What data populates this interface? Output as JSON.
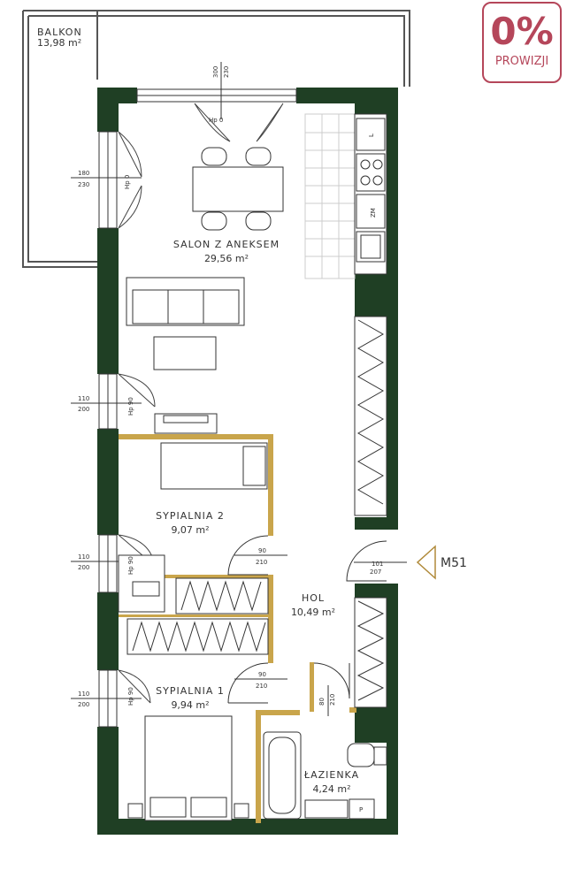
{
  "rooms": {
    "balkon": {
      "name": "BALKON",
      "area": "13,98  m²"
    },
    "salon": {
      "name": "SALON Z ANEKSEM",
      "area": "29,56  m²"
    },
    "sypialnia2": {
      "name": "SYPIALNIA 2",
      "area": "9,07  m²"
    },
    "hol": {
      "name": "HOL",
      "area": "10,49  m²"
    },
    "sypialnia1": {
      "name": "SYPIALNIA 1",
      "area": "9,94  m²"
    },
    "lazienka": {
      "name": "ŁAZIENKA",
      "area": "4,24  m²"
    }
  },
  "unit_label": "M51",
  "badge": {
    "percent": "0%",
    "text": "PROWIZJI"
  },
  "window_dims": {
    "top": {
      "a": "300",
      "b": "230"
    },
    "salon_left": {
      "a": "180",
      "b": "230"
    },
    "salon_left2": {
      "a": "110",
      "b": "200"
    },
    "syp2": {
      "a": "110",
      "b": "200"
    },
    "syp1": {
      "a": "110",
      "b": "200"
    }
  },
  "door_dims": {
    "syp2": {
      "a": "90",
      "b": "210"
    },
    "syp1": {
      "a": "90",
      "b": "210"
    },
    "entry": {
      "a": "101",
      "b": "207"
    },
    "bath": {
      "a": "80",
      "b": "210"
    }
  },
  "appliance_labels": {
    "fridge": "L",
    "dishwasher": "ZM",
    "washer": "P"
  },
  "sill_labels": {
    "top": "Hp 0",
    "left": "Hp 0",
    "left2": "Hp 90",
    "syp2": "Hp 90",
    "syp1": "Hp 90"
  },
  "colors": {
    "wall": "#1f3f24",
    "partition": "#c9a54b",
    "accent": "#b5465a"
  }
}
